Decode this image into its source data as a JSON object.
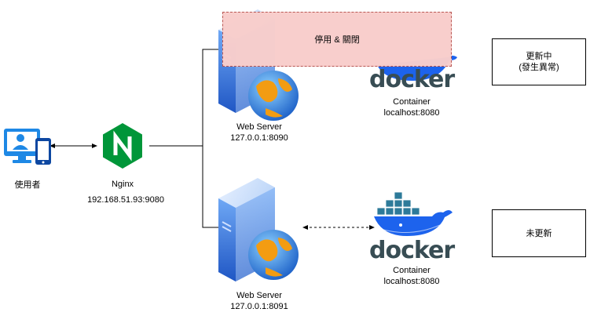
{
  "user": {
    "label": "使用者"
  },
  "nginx": {
    "label": "Nginx",
    "address": "192.168.51.93:9080"
  },
  "server_top": {
    "label": "Web Server",
    "address": "127.0.0.1:8090"
  },
  "server_bottom": {
    "label": "Web Server",
    "address": "127.0.0.1:8091"
  },
  "container_top": {
    "logo": "docker",
    "label": "Container",
    "address": "localhost:8080"
  },
  "container_bottom": {
    "logo": "docker",
    "label": "Container",
    "address": "localhost:8080"
  },
  "overlay": {
    "label": "停用 & 關閉"
  },
  "status_top": {
    "line1": "更新中",
    "line2": "(發生異常)"
  },
  "status_bottom": {
    "label": "未更新"
  },
  "colors": {
    "nginx_green": "#009639",
    "docker_blue": "#1d63ed",
    "docker_text": "#384d54",
    "server_blue": "#2f6fd6",
    "globe_orange": "#f39c12",
    "overlay_fill": "#f8cecc",
    "overlay_border": "#b85450",
    "user_blue": "#1e90ff"
  }
}
